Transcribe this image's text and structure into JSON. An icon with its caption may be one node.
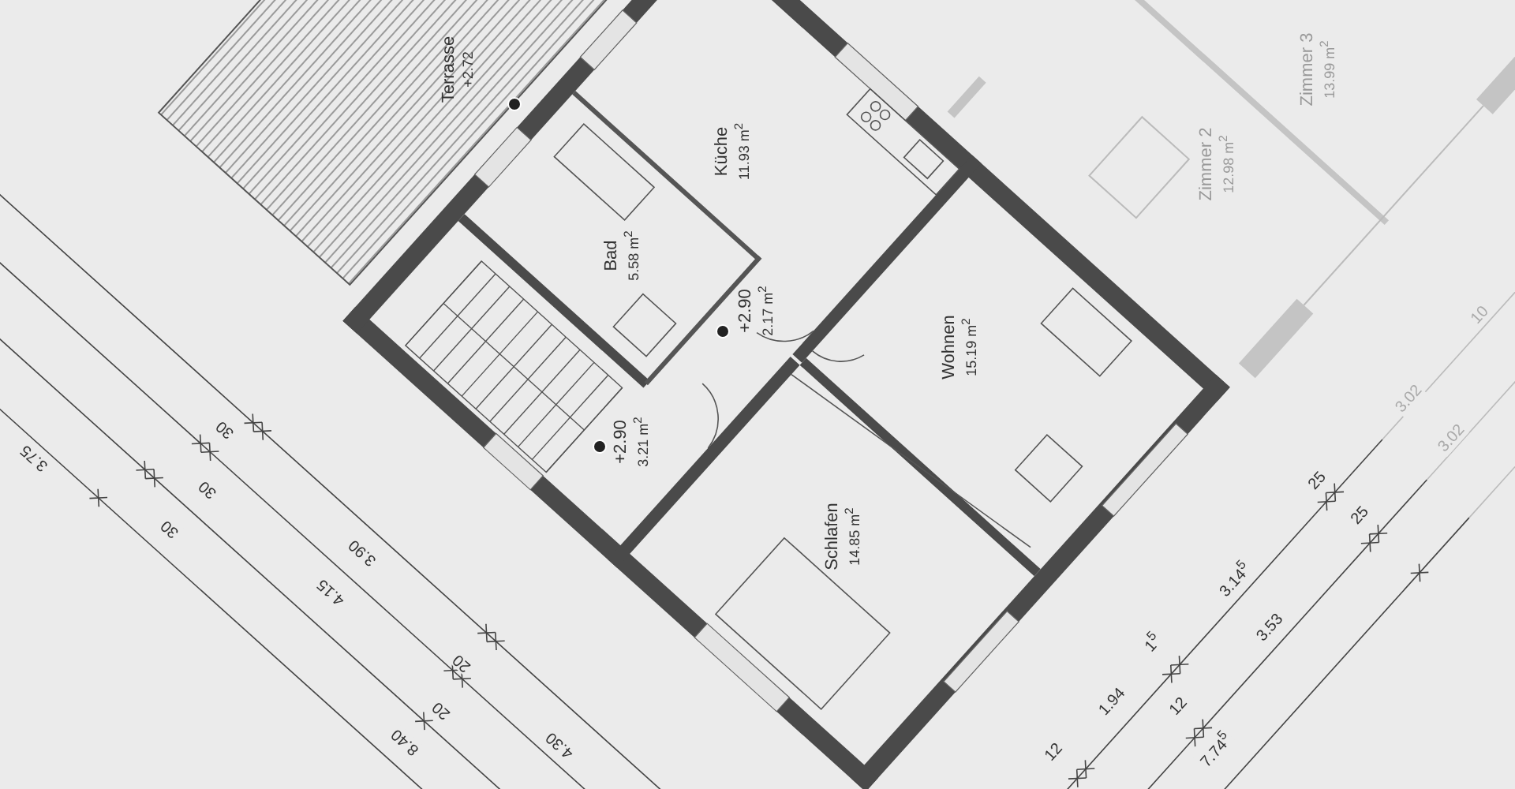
{
  "diagram": {
    "nodes": [
      {
        "text": [
          "Terrasse",
          "+2.72"
        ]
      },
      {
        "text": [
          "Küche",
          "11.93 m$^{2}$"
        ]
      },
      {
        "text": [
          "Zimmer 3",
          "13.99 m$^{2}$"
        ]
      },
      {
        "text": [
          "Zimmer 2",
          "12.98 m$^{2}$"
        ]
      },
      {
        "text": [
          "Bad",
          "5.58 m$^{2}$"
        ]
      },
      {
        "text": [
          "+2.90",
          "2.17 m$^{2}$"
        ]
      },
      {
        "text": [
          "Wohnen",
          "15.19 m$^{2}$"
        ]
      },
      {
        "text": [
          "+2.90",
          "3.21 m$^{2}$"
        ]
      },
      {
        "text": [
          "Schlafen",
          "14.85 m$^{2}$"
        ]
      }
    ],
    "labels": [
      "3.02",
      "10",
      "3.02",
      "3.75",
      "30",
      "30",
      "25",
      "30",
      "25",
      "3.90",
      "3.14$^{5}$",
      "4.15",
      "3.53",
      "1$^{5}$",
      "20",
      "20",
      "1.94",
      "12",
      "8.40",
      "12",
      "4.30",
      "7.74$^{5}$"
    ]
  }
}
